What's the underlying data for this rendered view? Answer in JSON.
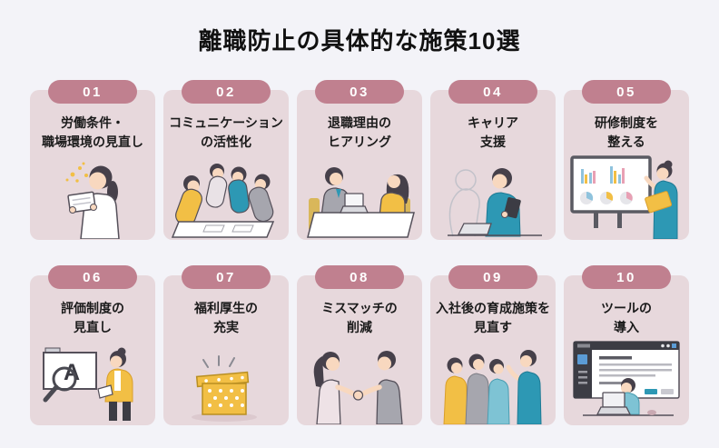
{
  "title": "離職防止の具体的な施策10選",
  "colors": {
    "page_bg": "#f3f3f8",
    "card_bg": "#e7d8dc",
    "badge_bg": "#c0808f",
    "badge_text": "#ffffff",
    "title_text": "#111111",
    "label_text": "#1a1a1a",
    "accent_teal": "#2d98b4",
    "accent_yellow": "#f2bf45"
  },
  "cards": [
    {
      "number": "01",
      "label_lines": [
        "労働条件・",
        "職場環境の見直し"
      ],
      "illustration": "woman-reading-payslip"
    },
    {
      "number": "02",
      "label_lines": [
        "コミュニケーション",
        "の活性化"
      ],
      "illustration": "team-collaboration"
    },
    {
      "number": "03",
      "label_lines": [
        "退職理由の",
        "ヒアリング"
      ],
      "illustration": "exit-interview"
    },
    {
      "number": "04",
      "label_lines": [
        "キャリア",
        "支援"
      ],
      "illustration": "career-consulting"
    },
    {
      "number": "05",
      "label_lines": [
        "研修制度を",
        "整える"
      ],
      "illustration": "training-presentation"
    },
    {
      "number": "06",
      "label_lines": [
        "評価制度の",
        "見直し"
      ],
      "illustration": "evaluation-review"
    },
    {
      "number": "07",
      "label_lines": [
        "福利厚生の",
        "充実"
      ],
      "illustration": "gift-box"
    },
    {
      "number": "08",
      "label_lines": [
        "ミスマッチの",
        "削減"
      ],
      "illustration": "handshake"
    },
    {
      "number": "09",
      "label_lines": [
        "入社後の育成施策を",
        "見直す"
      ],
      "illustration": "onboarding-meeting"
    },
    {
      "number": "10",
      "label_lines": [
        "ツールの",
        "導入"
      ],
      "illustration": "software-tool"
    }
  ]
}
